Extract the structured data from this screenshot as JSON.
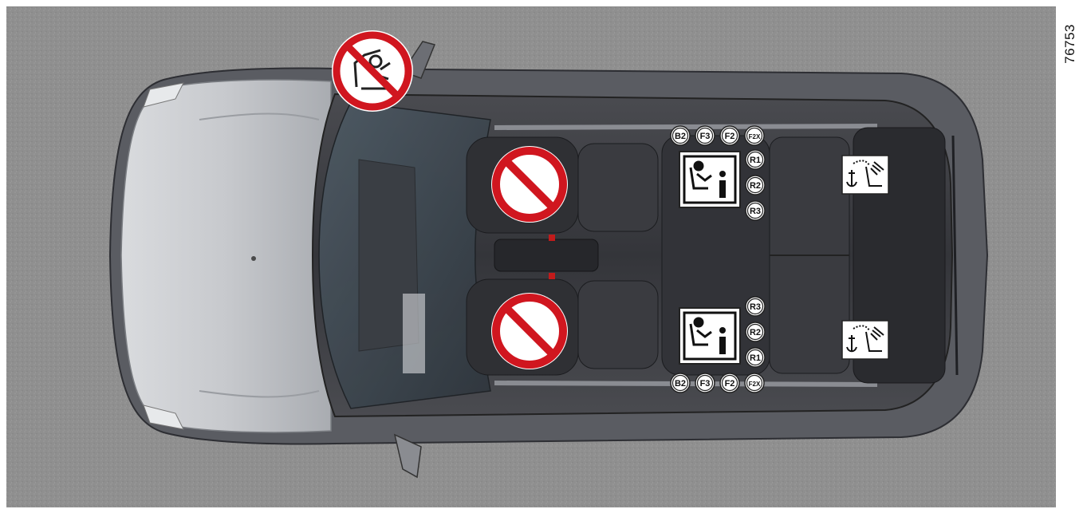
{
  "figure_id": "76753",
  "badges": {
    "upper_row": [
      "B2",
      "F3",
      "F2",
      "F2X"
    ],
    "lower_row": [
      "B2",
      "F3",
      "F2",
      "F2X"
    ],
    "upper_column": [
      "R1",
      "R2",
      "R3"
    ],
    "lower_column": [
      "R3",
      "R2",
      "R1"
    ]
  },
  "colors": {
    "ground": "#8e8e8e",
    "car_body": "#b9bcc0",
    "roof": "#3c3d42",
    "prohibition_red": "#d0161f"
  },
  "icons": [
    "no-child-seat-icon",
    "prohibited-icon",
    "child-seat-info-icon",
    "isofix-anchor-icon"
  ]
}
